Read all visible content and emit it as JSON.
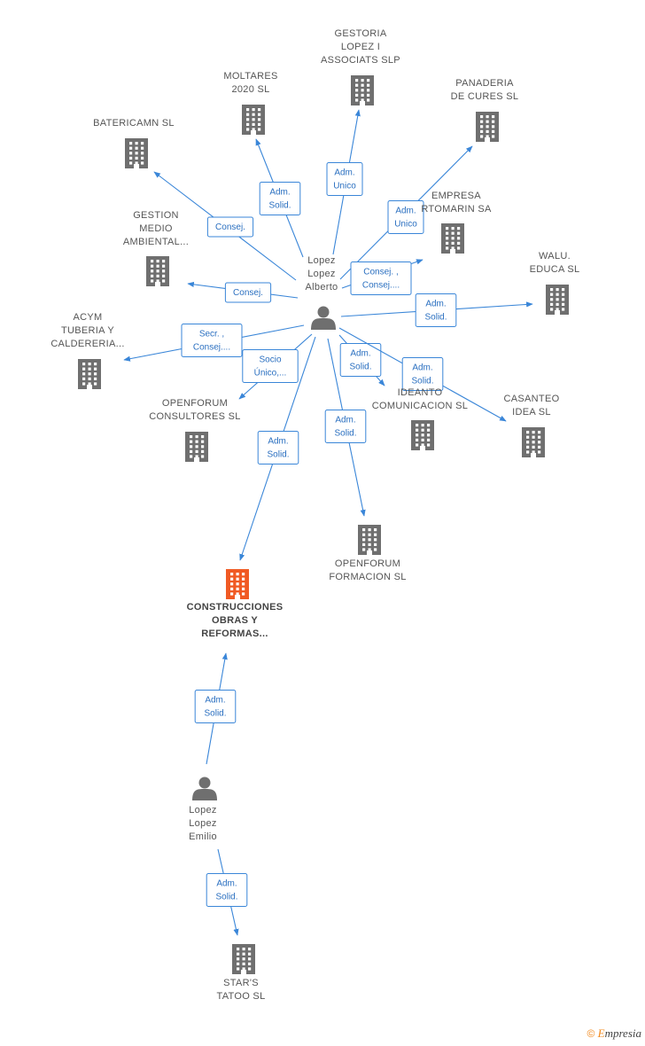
{
  "nodes": [
    {
      "id": "alberto",
      "type": "person",
      "lines": [
        "Lopez",
        "Lopez",
        "Alberto"
      ]
    },
    {
      "id": "emilio",
      "type": "person",
      "lines": [
        "Lopez",
        "Lopez",
        "Emilio"
      ]
    },
    {
      "id": "construcciones",
      "type": "company",
      "focus": true,
      "lines": [
        "CONSTRUCCIONES",
        "OBRAS Y",
        "REFORMAS..."
      ]
    },
    {
      "id": "gestoria",
      "type": "company",
      "lines": [
        "GESTORIA",
        "LOPEZ I",
        "ASSOCIATS SLP"
      ]
    },
    {
      "id": "moltares",
      "type": "company",
      "lines": [
        "MOLTARES",
        "2020  SL"
      ]
    },
    {
      "id": "panaderia",
      "type": "company",
      "lines": [
        "PANADERIA",
        "DE CURES  SL"
      ]
    },
    {
      "id": "batericamn",
      "type": "company",
      "lines": [
        "BATERICAMN SL"
      ]
    },
    {
      "id": "empresa",
      "type": "company",
      "lines": [
        "EMPRESA",
        "RTOMARIN SA"
      ]
    },
    {
      "id": "gestion",
      "type": "company",
      "lines": [
        "GESTION",
        "MEDIO",
        "AMBIENTAL..."
      ]
    },
    {
      "id": "walu",
      "type": "company",
      "lines": [
        "WALU.",
        "EDUCA SL"
      ]
    },
    {
      "id": "acym",
      "type": "company",
      "lines": [
        "ACYM",
        "TUBERIA Y",
        "CALDERERIA..."
      ]
    },
    {
      "id": "openforum_c",
      "type": "company",
      "lines": [
        "OPENFORUM",
        "CONSULTORES SL"
      ]
    },
    {
      "id": "ideanto",
      "type": "company",
      "lines": [
        "IDEANTO",
        "COMUNICACION SL"
      ]
    },
    {
      "id": "casanteo",
      "type": "company",
      "lines": [
        "CASANTEO",
        "IDEA SL"
      ]
    },
    {
      "id": "openforum_f",
      "type": "company",
      "lines": [
        "OPENFORUM",
        "FORMACION SL"
      ]
    },
    {
      "id": "stars",
      "type": "company",
      "lines": [
        "STAR'S",
        "TATOO SL"
      ]
    }
  ],
  "edges": [
    {
      "from": "alberto",
      "to": "gestoria",
      "label": [
        "Adm.",
        "Unico"
      ]
    },
    {
      "from": "alberto",
      "to": "moltares",
      "label": [
        "Adm.",
        "Solid."
      ]
    },
    {
      "from": "alberto",
      "to": "panaderia",
      "label": [
        "Adm.",
        "Unico"
      ]
    },
    {
      "from": "alberto",
      "to": "batericamn",
      "label": [
        "Consej."
      ]
    },
    {
      "from": "alberto",
      "to": "empresa",
      "label": [
        "Consej. ,",
        "Consej...."
      ]
    },
    {
      "from": "alberto",
      "to": "gestion",
      "label": [
        "Consej."
      ]
    },
    {
      "from": "alberto",
      "to": "walu",
      "label": [
        "Adm.",
        "Solid."
      ]
    },
    {
      "from": "alberto",
      "to": "acym",
      "label": [
        "Secr. ,",
        "Consej...."
      ]
    },
    {
      "from": "alberto",
      "to": "openforum_c",
      "label": [
        "Socio",
        "Único,..."
      ]
    },
    {
      "from": "alberto",
      "to": "ideanto",
      "label": [
        "Adm.",
        "Solid."
      ]
    },
    {
      "from": "alberto",
      "to": "casanteo",
      "label": [
        "Adm.",
        "Solid."
      ]
    },
    {
      "from": "alberto",
      "to": "openforum_f",
      "label": [
        "Adm.",
        "Solid."
      ]
    },
    {
      "from": "alberto",
      "to": "construcciones",
      "label": [
        "Adm.",
        "Solid."
      ]
    },
    {
      "from": "emilio",
      "to": "construcciones",
      "label": [
        "Adm.",
        "Solid."
      ]
    },
    {
      "from": "emilio",
      "to": "stars",
      "label": [
        "Adm.",
        "Solid."
      ]
    }
  ],
  "colors": {
    "edge": "#3a86d8",
    "company_icon": "#6f6f6f",
    "focus_icon": "#f05a24",
    "person_icon": "#6f6f6f"
  },
  "footer": {
    "copyright": "©",
    "brand_initial": "E",
    "brand_rest": "mpresia"
  }
}
